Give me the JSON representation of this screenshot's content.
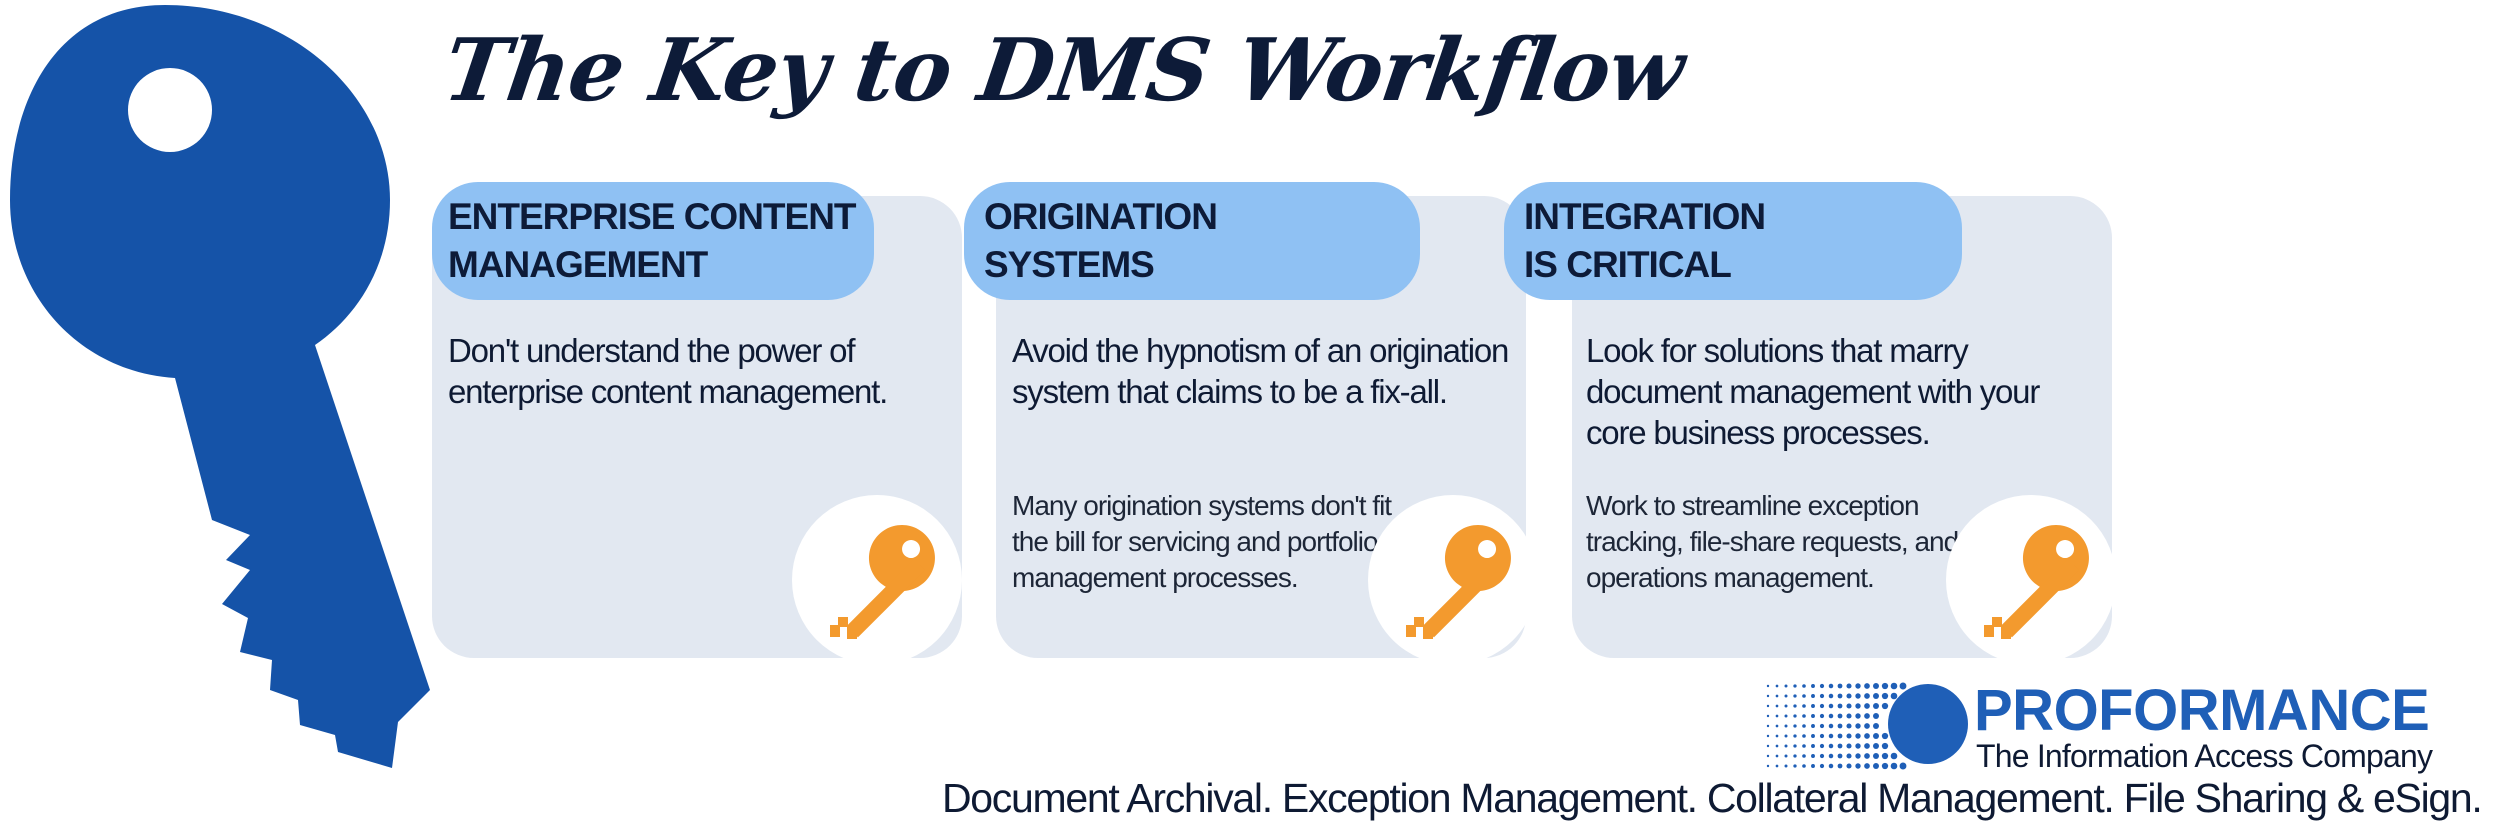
{
  "title": "The Key to DMS Workflow",
  "cards": [
    {
      "heading_line1": "ENTERPRISE CONTENT",
      "heading_line2": "MANAGEMENT",
      "main_text": "Don't understand the power of enterprise content management.",
      "sub_text": ""
    },
    {
      "heading_line1": "ORIGINATION",
      "heading_line2": "SYSTEMS",
      "main_text": "Avoid the hypnotism of an origination system that claims to be a fix-all.",
      "sub_text": "Many origination systems don't fit the bill for servicing and portfolio management processes."
    },
    {
      "heading_line1": "INTEGRATION",
      "heading_line2": "IS CRITICAL",
      "main_text": "Look for solutions that marry document management with your core business processes.",
      "sub_text": "Work to streamline exception tracking, file-share requests, and operations management."
    }
  ],
  "logo": {
    "name": "PROFORMANCE",
    "tagline": "The Information Access Company"
  },
  "footer": "Document Archival. Exception Management. Collateral Management. File Sharing & eSign.",
  "colors": {
    "big_key": "#1553a8",
    "pill": "#8fc1f3",
    "card": "#e2e8f1",
    "small_key": "#f39a2e",
    "title": "#0d1b38",
    "logo_blue": "#1f5fb7"
  },
  "icons": [
    "large-blue-key-icon",
    "orange-key-icon",
    "proformance-logo-icon"
  ]
}
